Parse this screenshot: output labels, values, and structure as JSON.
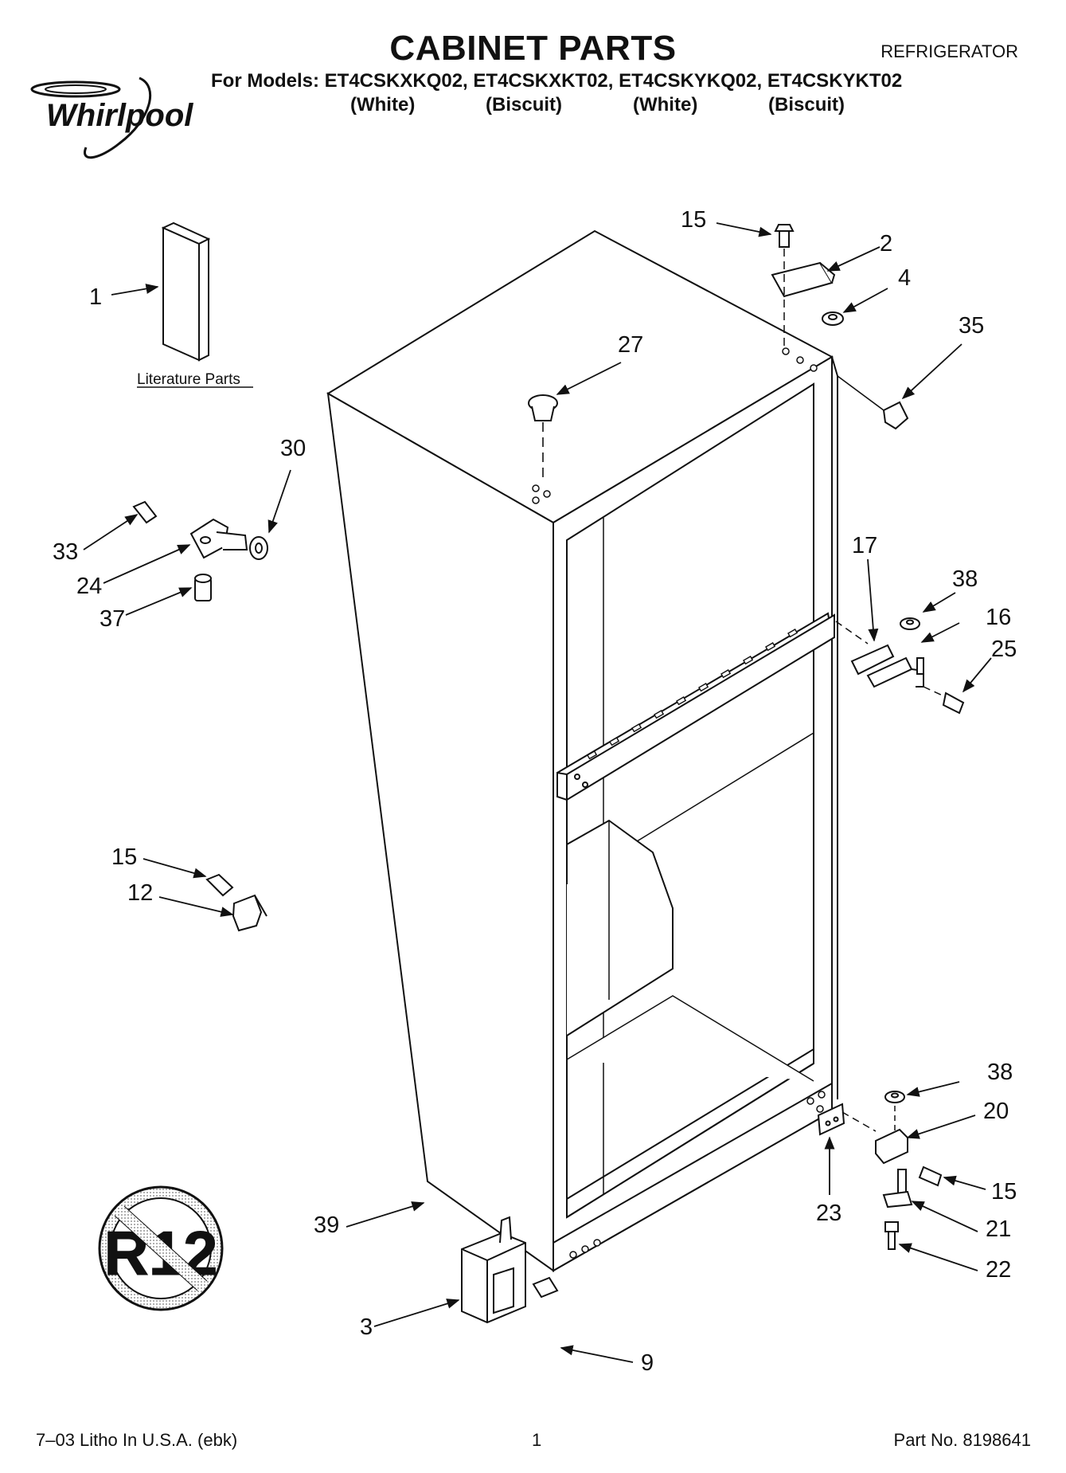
{
  "header": {
    "title": "CABINET PARTS",
    "category": "REFRIGERATOR",
    "models_line": "For Models: ET4CSKXKQ02, ET4CSKXKT02, ET4CSKYKQ02, ET4CSKYKT02",
    "colors": [
      "(White)",
      "(Biscuit)",
      "(White)",
      "(Biscuit)"
    ]
  },
  "brand": {
    "logo_text": "Whirlpool"
  },
  "literature_label": "Literature Parts",
  "r12_symbol_text": "R12",
  "callouts": [
    "1",
    "2",
    "3",
    "4",
    "9",
    "12",
    "15",
    "15",
    "15",
    "16",
    "17",
    "20",
    "21",
    "22",
    "23",
    "24",
    "25",
    "27",
    "30",
    "33",
    "35",
    "37",
    "38",
    "38",
    "39"
  ],
  "footer": {
    "left": "7–03 Litho In U.S.A. (ebk)",
    "page": "1",
    "part_no": "Part No. 8198641"
  },
  "colors": {
    "ink": "#111111",
    "paper": "#ffffff"
  }
}
